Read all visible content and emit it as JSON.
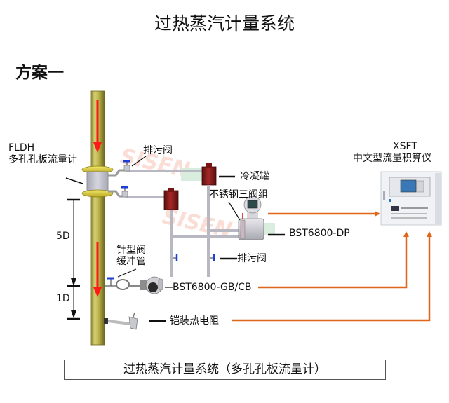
{
  "title": "过热蒸汽计量系统",
  "scheme_label": "方案一",
  "flowmeter": {
    "model": "FLDH",
    "name": "多孔孔板流量计"
  },
  "labels": {
    "drain_valve_top": "排污阀",
    "condenser": "冷凝罐",
    "three_valve_manifold": "不锈钢三阀组",
    "dp_transmitter": "BST6800-DP",
    "drain_valve_bottom": "排污阀",
    "needle_valve": "针型阀",
    "buffer_tube": "缓冲管",
    "pressure_transmitter": "BST6800-GB/CB",
    "rtd": "铠装热电阻",
    "dim_5d": "5D",
    "dim_1d": "1D"
  },
  "calculator": {
    "model": "XSFT",
    "name": "中文型流量积算仪"
  },
  "watermark": "SISEN",
  "caption": "过热蒸汽计量系统（多孔孔板流量计）",
  "colors": {
    "signal_line": "#e0671a",
    "flow_arrow": "#ff1a1a",
    "pipe": "#b5ad4a",
    "condenser": "#8e1c1c",
    "valve_handle": "#1c3fd6"
  }
}
